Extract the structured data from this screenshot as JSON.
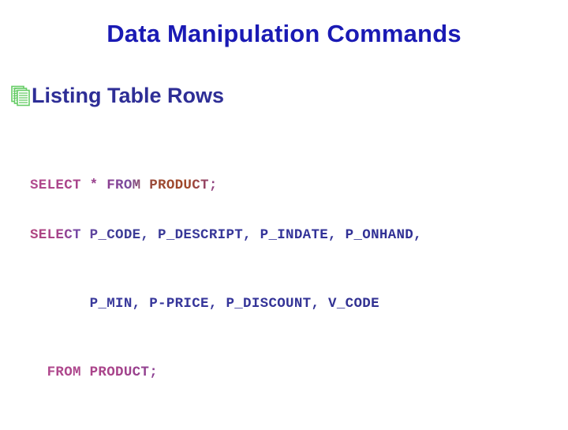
{
  "slide": {
    "title": "Data Manipulation Commands",
    "title_color": "#1A1AB4",
    "background_color": "#FFFFFF"
  },
  "bullet": {
    "icon": "stacked-documents-icon",
    "icon_color": "#66CC66",
    "label": "Listing Table Rows",
    "label_color": "#2E2E96"
  },
  "code_blocks": [
    {
      "id": "code-block-1",
      "lines": [
        "SELECT * FROM PRODUCT;"
      ]
    },
    {
      "id": "code-block-2",
      "lines": [
        "SELECT P_CODE, P_DESCRIPT, P_INDATE, P_ONHAND,",
        "       P_MIN, P-PRICE, P_DISCOUNT, V_CODE",
        "  FROM PRODUCT;"
      ]
    }
  ],
  "code_colors": {
    "keyword_magenta": "#A8438A",
    "identifier_blue": "#34349A",
    "table_rust": "#A04828"
  }
}
